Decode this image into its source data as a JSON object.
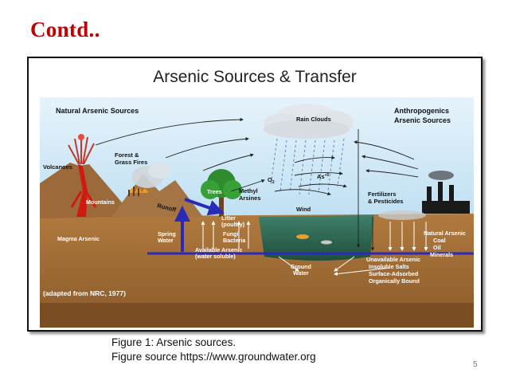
{
  "slide": {
    "title": "Contd..",
    "page_number": "5"
  },
  "figure": {
    "heading": "Arsenic Sources & Transfer",
    "labels": {
      "natural_sources": "Natural Arsenic Sources",
      "anthropogenics_line1": "Anthropogenics",
      "anthropogenics_line2": "Arsenic Sources",
      "rain_clouds": "Rain Clouds",
      "volcanoes": "Volcanoes",
      "forest_line1": "Forest &",
      "forest_line2": "Grass Fires",
      "mountains": "Mountains",
      "runoff": "Runoff",
      "trees": "Trees",
      "o2": "O",
      "o2_sub": "2",
      "as5": "As",
      "as5_sup": "+5",
      "methyl_line1": "Methyl",
      "methyl_line2": "Arsines",
      "wind": "Wind",
      "fertilizers_line1": "Fertilizers",
      "fertilizers_line2": "& Pesticides",
      "litter_line1": "Litter",
      "litter_line2": "(poultry)",
      "fungi_line1": "Fungi",
      "fungi_line2": "Bacteria",
      "spring_line1": "Spring",
      "spring_line2": "Water",
      "magma": "Magma Arsenic",
      "available_line1": "Available Arsenic",
      "available_line2": "(water soluble)",
      "ground_line1": "Ground",
      "ground_line2": "Water",
      "natural_arsenic": "Natural Arsenic",
      "coal": "Coal",
      "oil": "Oil",
      "minerals": "Minerals",
      "unavailable": "Unavailable Arsenic",
      "insoluble": "Insoluble Salts",
      "surface_adsorbed": "Surface-Adsorbed",
      "organically_bound": "Organically Bound",
      "adapted": "(adapted from NRC, 1977)"
    }
  },
  "caption": {
    "line1": "Figure 1: Arsenic sources.",
    "line2": "Figure source https://www.groundwater.org"
  }
}
